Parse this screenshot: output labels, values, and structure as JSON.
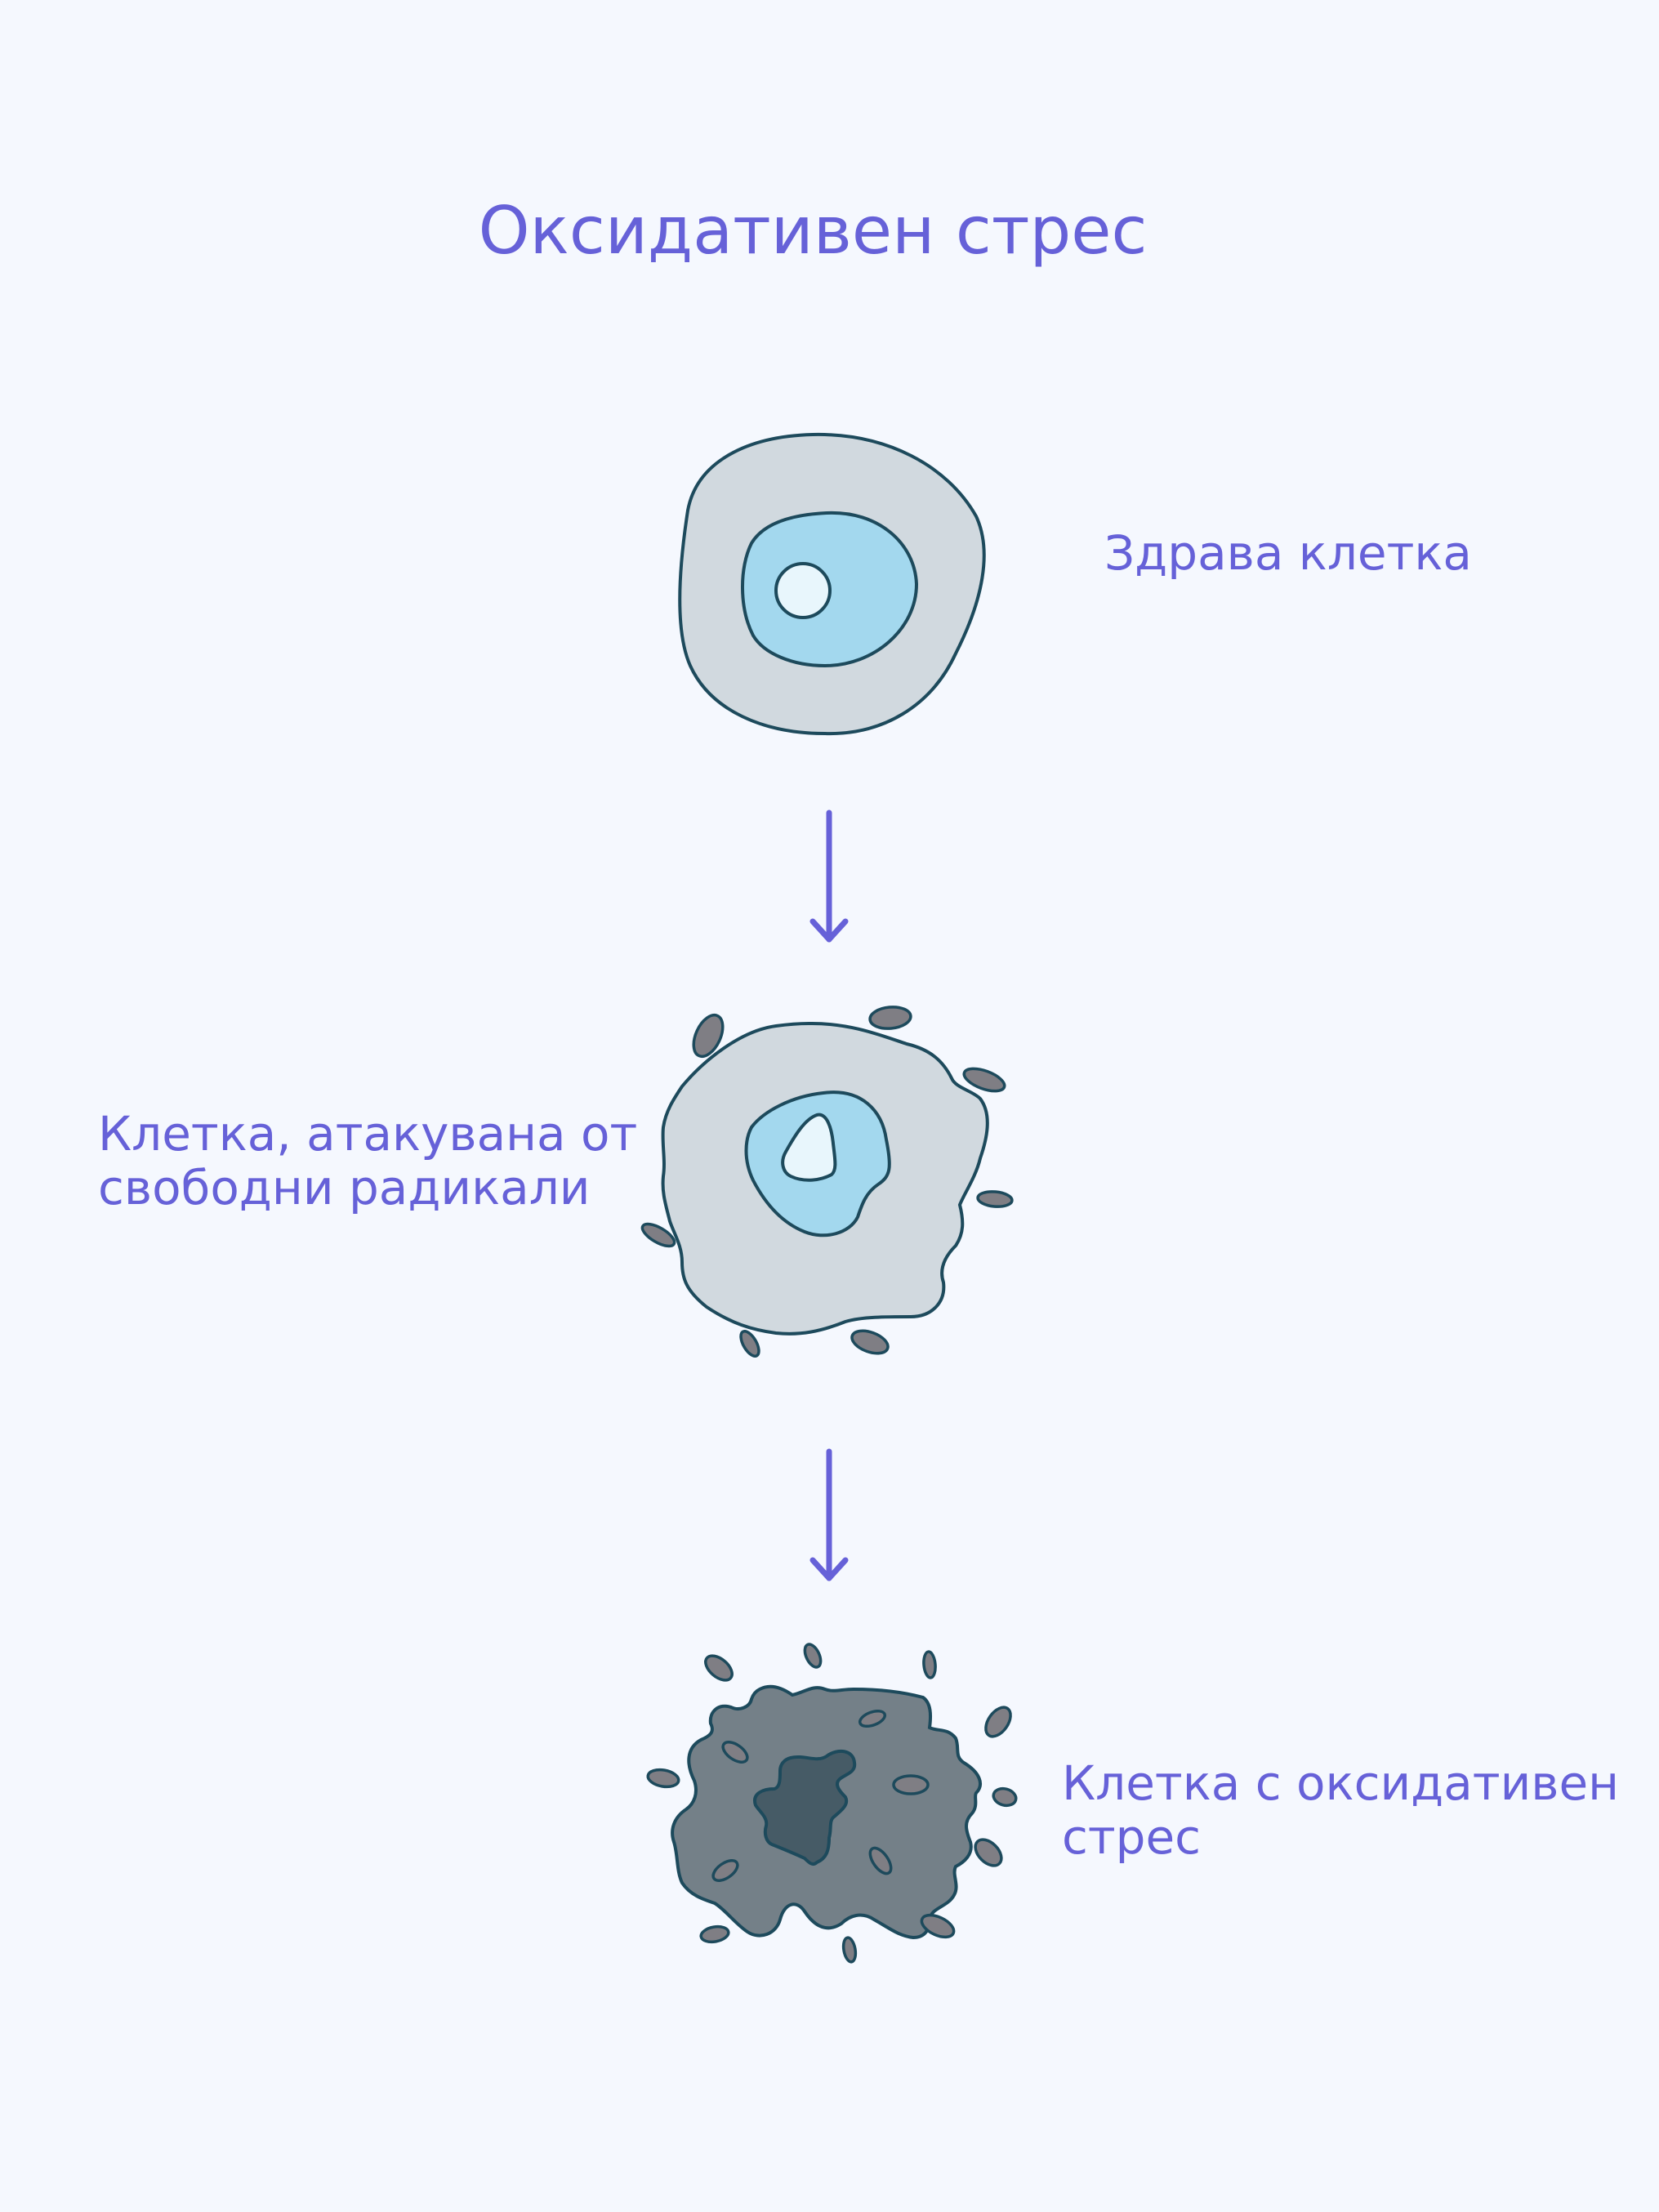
{
  "title": "Оксидативен стрес",
  "stages": [
    {
      "label": "Здрава клетка",
      "state": "healthy"
    },
    {
      "label": "Клетка, атакувана от\nсвободни радикали",
      "state": "attacked"
    },
    {
      "label": "Клетка с оксидативен\nстрес",
      "state": "oxidative-stress"
    }
  ],
  "colors": {
    "background": "#f5f8fe",
    "accent": "#6661d8",
    "outline": "#1d4a5c",
    "cytoplasm_healthy": "#d1d9df",
    "nucleus": "#a3d8ee",
    "nucleolus": "#e8f6fc",
    "cell_damaged": "#748088",
    "nucleus_damaged": "#465b66",
    "free_radical": "#7f7e84"
  }
}
